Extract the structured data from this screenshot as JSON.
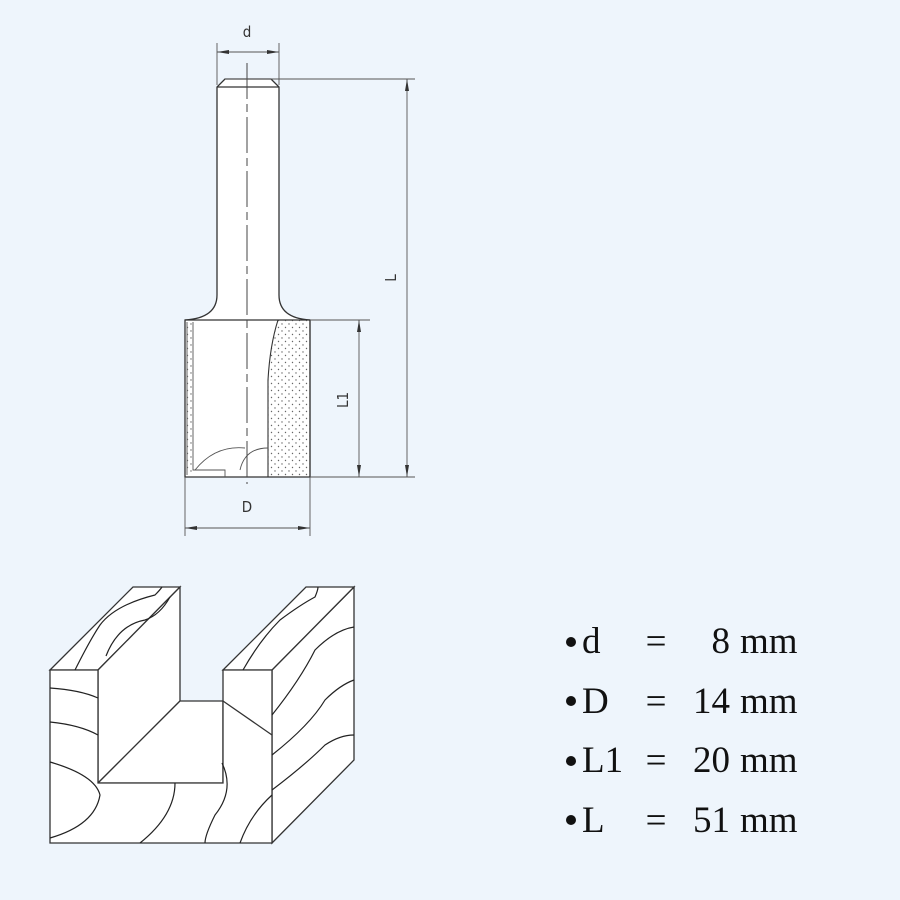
{
  "colors": {
    "background": "#eef5fc",
    "line": "#333333"
  },
  "drawing": {
    "labels": {
      "d": "d",
      "L": "L",
      "L1": "L1",
      "D": "D"
    }
  },
  "specs": [
    {
      "key": "d",
      "eq": "=",
      "value": "8",
      "unit": "mm"
    },
    {
      "key": "D",
      "eq": "=",
      "value": "14",
      "unit": "mm"
    },
    {
      "key": "L1",
      "eq": "=",
      "value": "20",
      "unit": "mm"
    },
    {
      "key": "L",
      "eq": "=",
      "value": "51",
      "unit": "mm"
    }
  ]
}
